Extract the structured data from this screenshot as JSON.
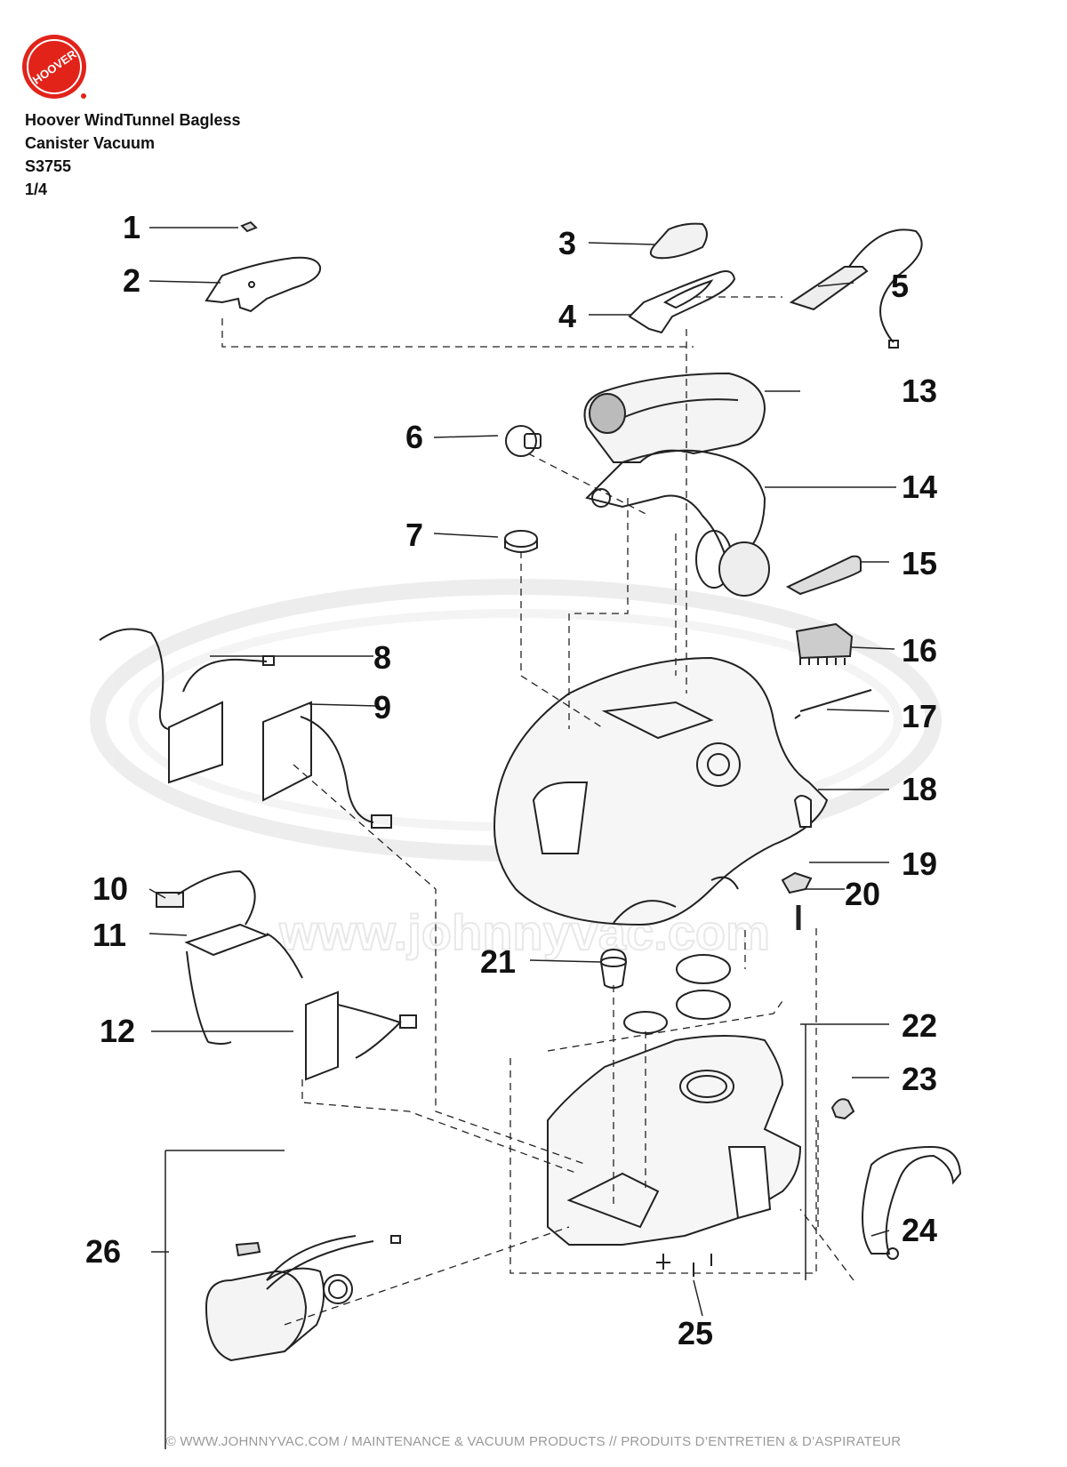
{
  "brand": {
    "logo_text": "HOOVER",
    "logo_color": "#e2231a"
  },
  "header": {
    "line1": "Hoover WindTunnel Bagless",
    "line2": "Canister Vacuum",
    "model": "S3755",
    "page": "1/4"
  },
  "watermark": {
    "url": "www.johnnyvac.com"
  },
  "callouts": [
    "1",
    "2",
    "3",
    "4",
    "5",
    "6",
    "7",
    "8",
    "9",
    "10",
    "11",
    "12",
    "13",
    "14",
    "15",
    "16",
    "17",
    "18",
    "19",
    "20",
    "21",
    "22",
    "23",
    "24",
    "25",
    "26"
  ],
  "footer": "© WWW.JOHNNYVAC.COM / MAINTENANCE & VACUUM PRODUCTS  //  PRODUITS D’ENTRETIEN & D’ASPIRATEUR"
}
